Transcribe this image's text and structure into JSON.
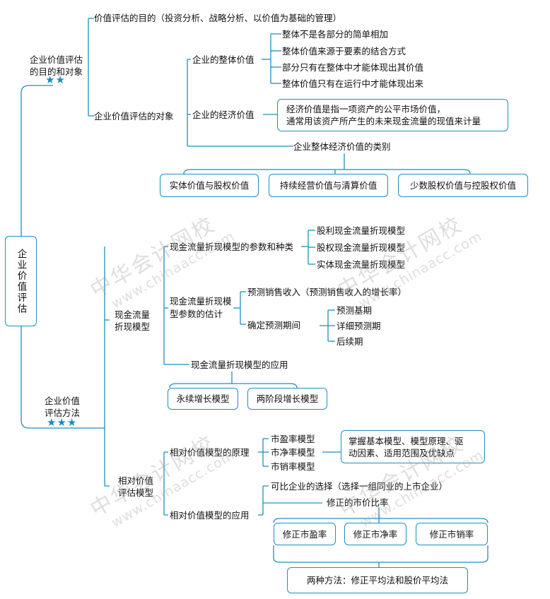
{
  "root": "企业价值评估",
  "branch1": {
    "label_line1": "企业价值评估",
    "label_line2": "的目的和对象",
    "stars": "★★",
    "purpose": "价值评估的目的（投资分析、战略分析、以价值为基础的管理）",
    "object": "企业价值评估的对象",
    "whole_value": "企业的整体价值",
    "whole_points": [
      "整体不是各部分的简单相加",
      "整体价值来源于要素的结合方式",
      "部分只有在整体中才能体现出其价值",
      "整体价值只有在运行中才能体现出来"
    ],
    "economic_value": "企业的经济价值",
    "economic_def_line1": "经济价值是指一项资产的公平市场价值，",
    "economic_def_line2": "通常用该资产所产生的未来现金流量的现值来计量",
    "categories_title": "企业整体经济价值的类别",
    "categories": [
      "实体价值与股权价值",
      "持续经营价值与清算价值",
      "少数股权价值与控股权价值"
    ]
  },
  "branch2": {
    "label_line1": "企业价值",
    "label_line2": "评估方法",
    "stars": "★★★",
    "dcf": {
      "label_line1": "现金流量",
      "label_line2": "折现模型",
      "params_title": "现金流量折现模型的参数和种类",
      "models": [
        "股利现金流量折现模型",
        "股权现金流量折现模型",
        "实体现金流量折现模型"
      ],
      "estimate_line1": "现金流量折现模",
      "estimate_line2": "型参数的估计",
      "forecast_sales": "预测销售收入（预测销售收入的增长率）",
      "forecast_period": "确定预测期间",
      "periods": [
        "预测基期",
        "详细预测期",
        "后续期"
      ],
      "application": "现金流量折现模型的应用",
      "app_models": [
        "永续增长模型",
        "两阶段增长模型"
      ]
    },
    "relative": {
      "label_line1": "相对价值",
      "label_line2": "评估模型",
      "principle": "相对价值模型的原理",
      "principle_models": [
        "市盈率模型",
        "市净率模型",
        "市销率模型"
      ],
      "principle_note_line1": "掌握基本模型、模型原理、驱",
      "principle_note_line2": "动因素、适用范围及优缺点",
      "application": "相对价值模型的应用",
      "comparable": "可比企业的选择（选择一组同业的上市企业）",
      "corrected": "修正的市价比率",
      "corrected_items": [
        "修正市盈率",
        "修正市净率",
        "修正市销率"
      ],
      "two_methods": "两种方法：修正平均法和股价平均法"
    }
  },
  "watermark": {
    "big": "中华会计网校",
    "small": "www.chinaacc.com"
  },
  "colors": {
    "line": "#1f8fbf",
    "star": "#1a8ac6",
    "text": "#111111"
  }
}
